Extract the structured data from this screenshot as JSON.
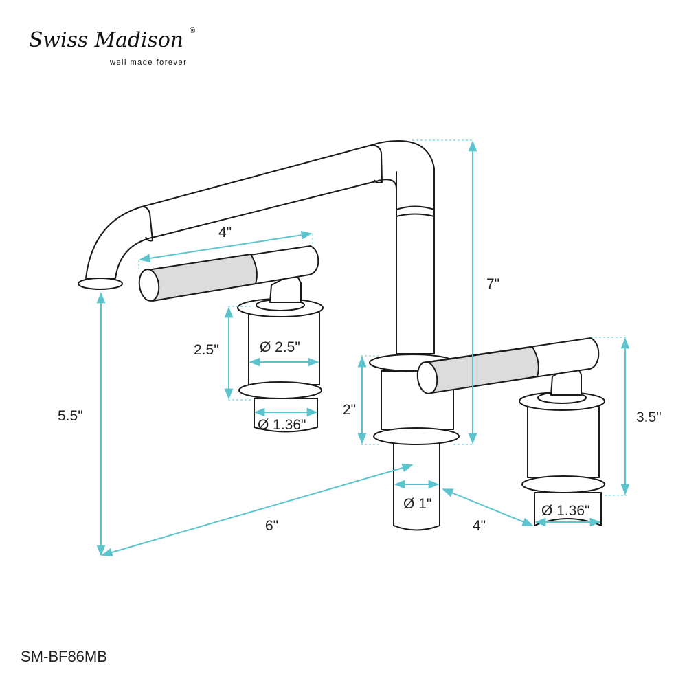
{
  "brand": {
    "name": "Swiss Madison",
    "registered": "®",
    "tagline": "well made forever"
  },
  "model": "SM-BF86MB",
  "colors": {
    "dimension": "#5bc4cc",
    "outline": "#1a1a1a",
    "knurl": "#dcdcdc"
  },
  "dimensions": {
    "handle_length": "4\"",
    "handle_height": "2.5\"",
    "handle_diameter": "Ø 2.5\"",
    "left_shank_diameter": "Ø 1.36\"",
    "spout_height": "5.5\"",
    "spout_reach": "6\"",
    "total_height": "7\"",
    "base_height": "2\"",
    "center_shank_diameter": "Ø 1\"",
    "handle_spacing": "4\"",
    "right_handle_height": "3.5\"",
    "right_shank_diameter": "Ø 1.36\""
  }
}
